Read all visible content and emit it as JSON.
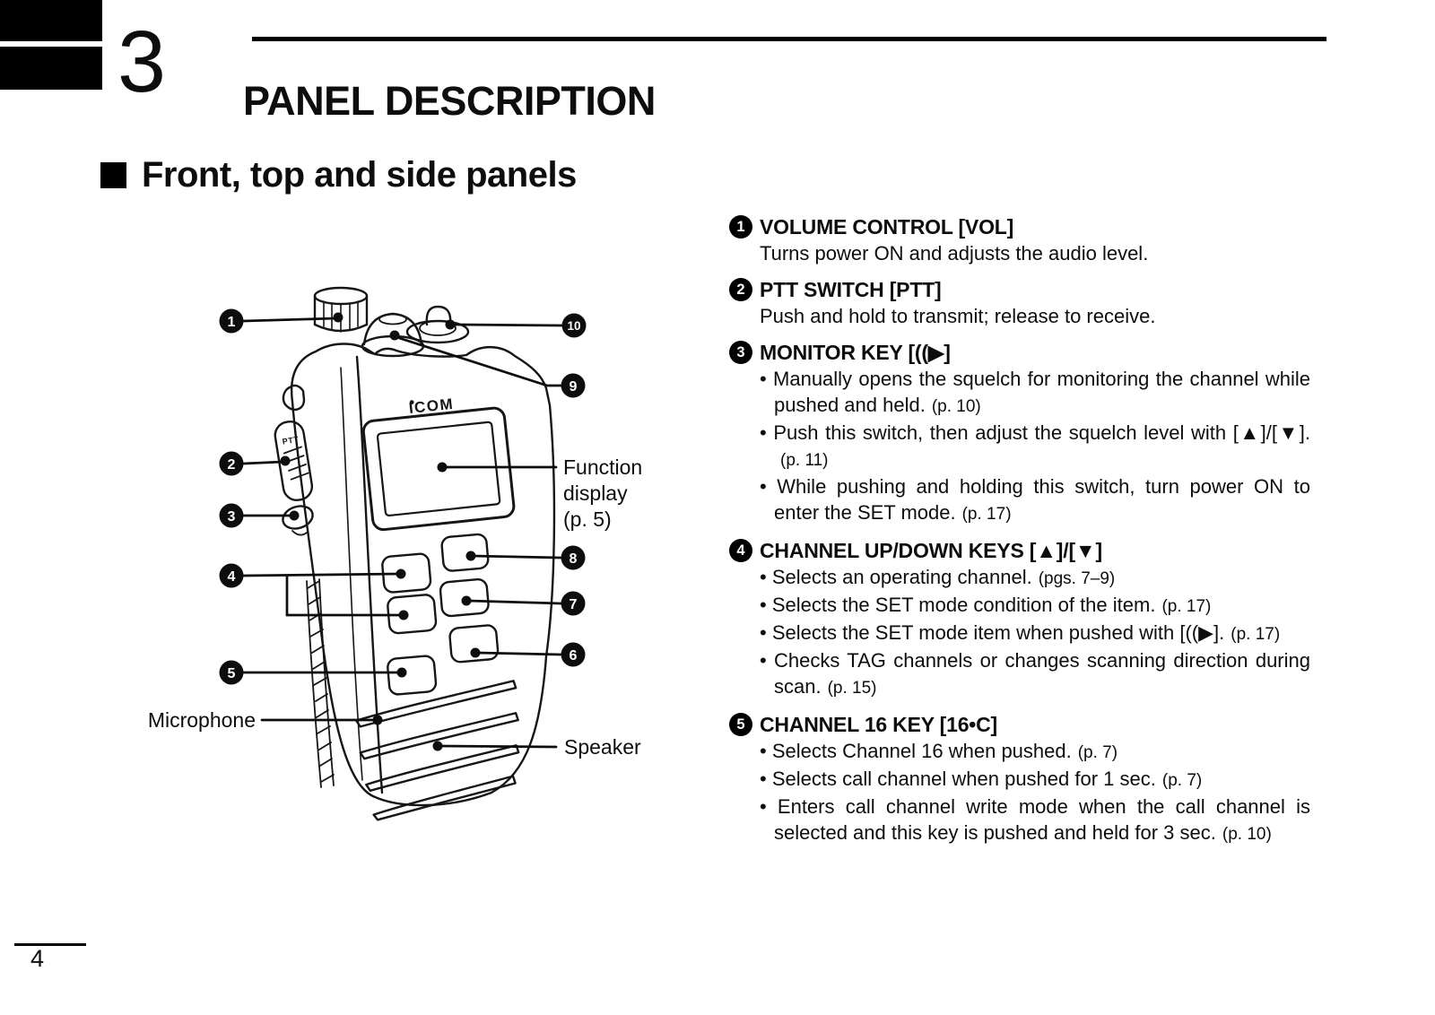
{
  "page": {
    "chapter_number": "3",
    "title": "PANEL DESCRIPTION",
    "section_title": "Front, top and side panels",
    "page_number": "4"
  },
  "colors": {
    "ink": "#0d0d0d",
    "paper": "#ffffff"
  },
  "diagram": {
    "brand": "ICOM",
    "ptt_label": "PTT",
    "callouts": [
      "1",
      "2",
      "3",
      "4",
      "5",
      "6",
      "7",
      "8",
      "9",
      "10"
    ],
    "labels": {
      "function_line1": "Function",
      "function_line2": "display",
      "function_line3": "(p. 5)",
      "microphone": "Microphone",
      "speaker": "Speaker"
    }
  },
  "items": [
    {
      "num": "1",
      "title": "VOLUME CONTROL [VOL]",
      "desc": "Turns power ON and adjusts the audio level."
    },
    {
      "num": "2",
      "title": "PTT SWITCH [PTT]",
      "desc": "Push and hold to transmit; release to receive."
    },
    {
      "num": "3",
      "title": "MONITOR KEY [((▶]",
      "bullets": [
        {
          "text": "Manually opens the squelch for monitoring the channel while pushed and held.",
          "ref": "(p. 10)"
        },
        {
          "text": "Push this switch, then adjust the squelch level with [▲]/[▼].",
          "ref": "(p. 11)"
        },
        {
          "text": "While pushing and holding this switch, turn power ON to enter the SET mode.",
          "ref": "(p. 17)"
        }
      ]
    },
    {
      "num": "4",
      "title": "CHANNEL UP/DOWN KEYS [▲]/[▼]",
      "bullets": [
        {
          "text": "Selects an operating channel.",
          "ref": "(pgs. 7–9)"
        },
        {
          "text": "Selects the SET mode condition of the item.",
          "ref": "(p. 17)"
        },
        {
          "text": "Selects the SET mode item when pushed with [((▶].",
          "ref": "(p. 17)"
        },
        {
          "text": "Checks TAG channels or changes scanning direction during scan.",
          "ref": "(p. 15)"
        }
      ]
    },
    {
      "num": "5",
      "title": "CHANNEL 16 KEY [16•C]",
      "bullets": [
        {
          "text": "Selects Channel 16 when pushed.",
          "ref": "(p. 7)"
        },
        {
          "text": "Selects call channel when pushed for 1 sec.",
          "ref": "(p. 7)"
        },
        {
          "text": "Enters call channel write mode when the call channel is selected and this key is pushed and held for 3 sec.",
          "ref": "(p. 10)"
        }
      ]
    }
  ]
}
